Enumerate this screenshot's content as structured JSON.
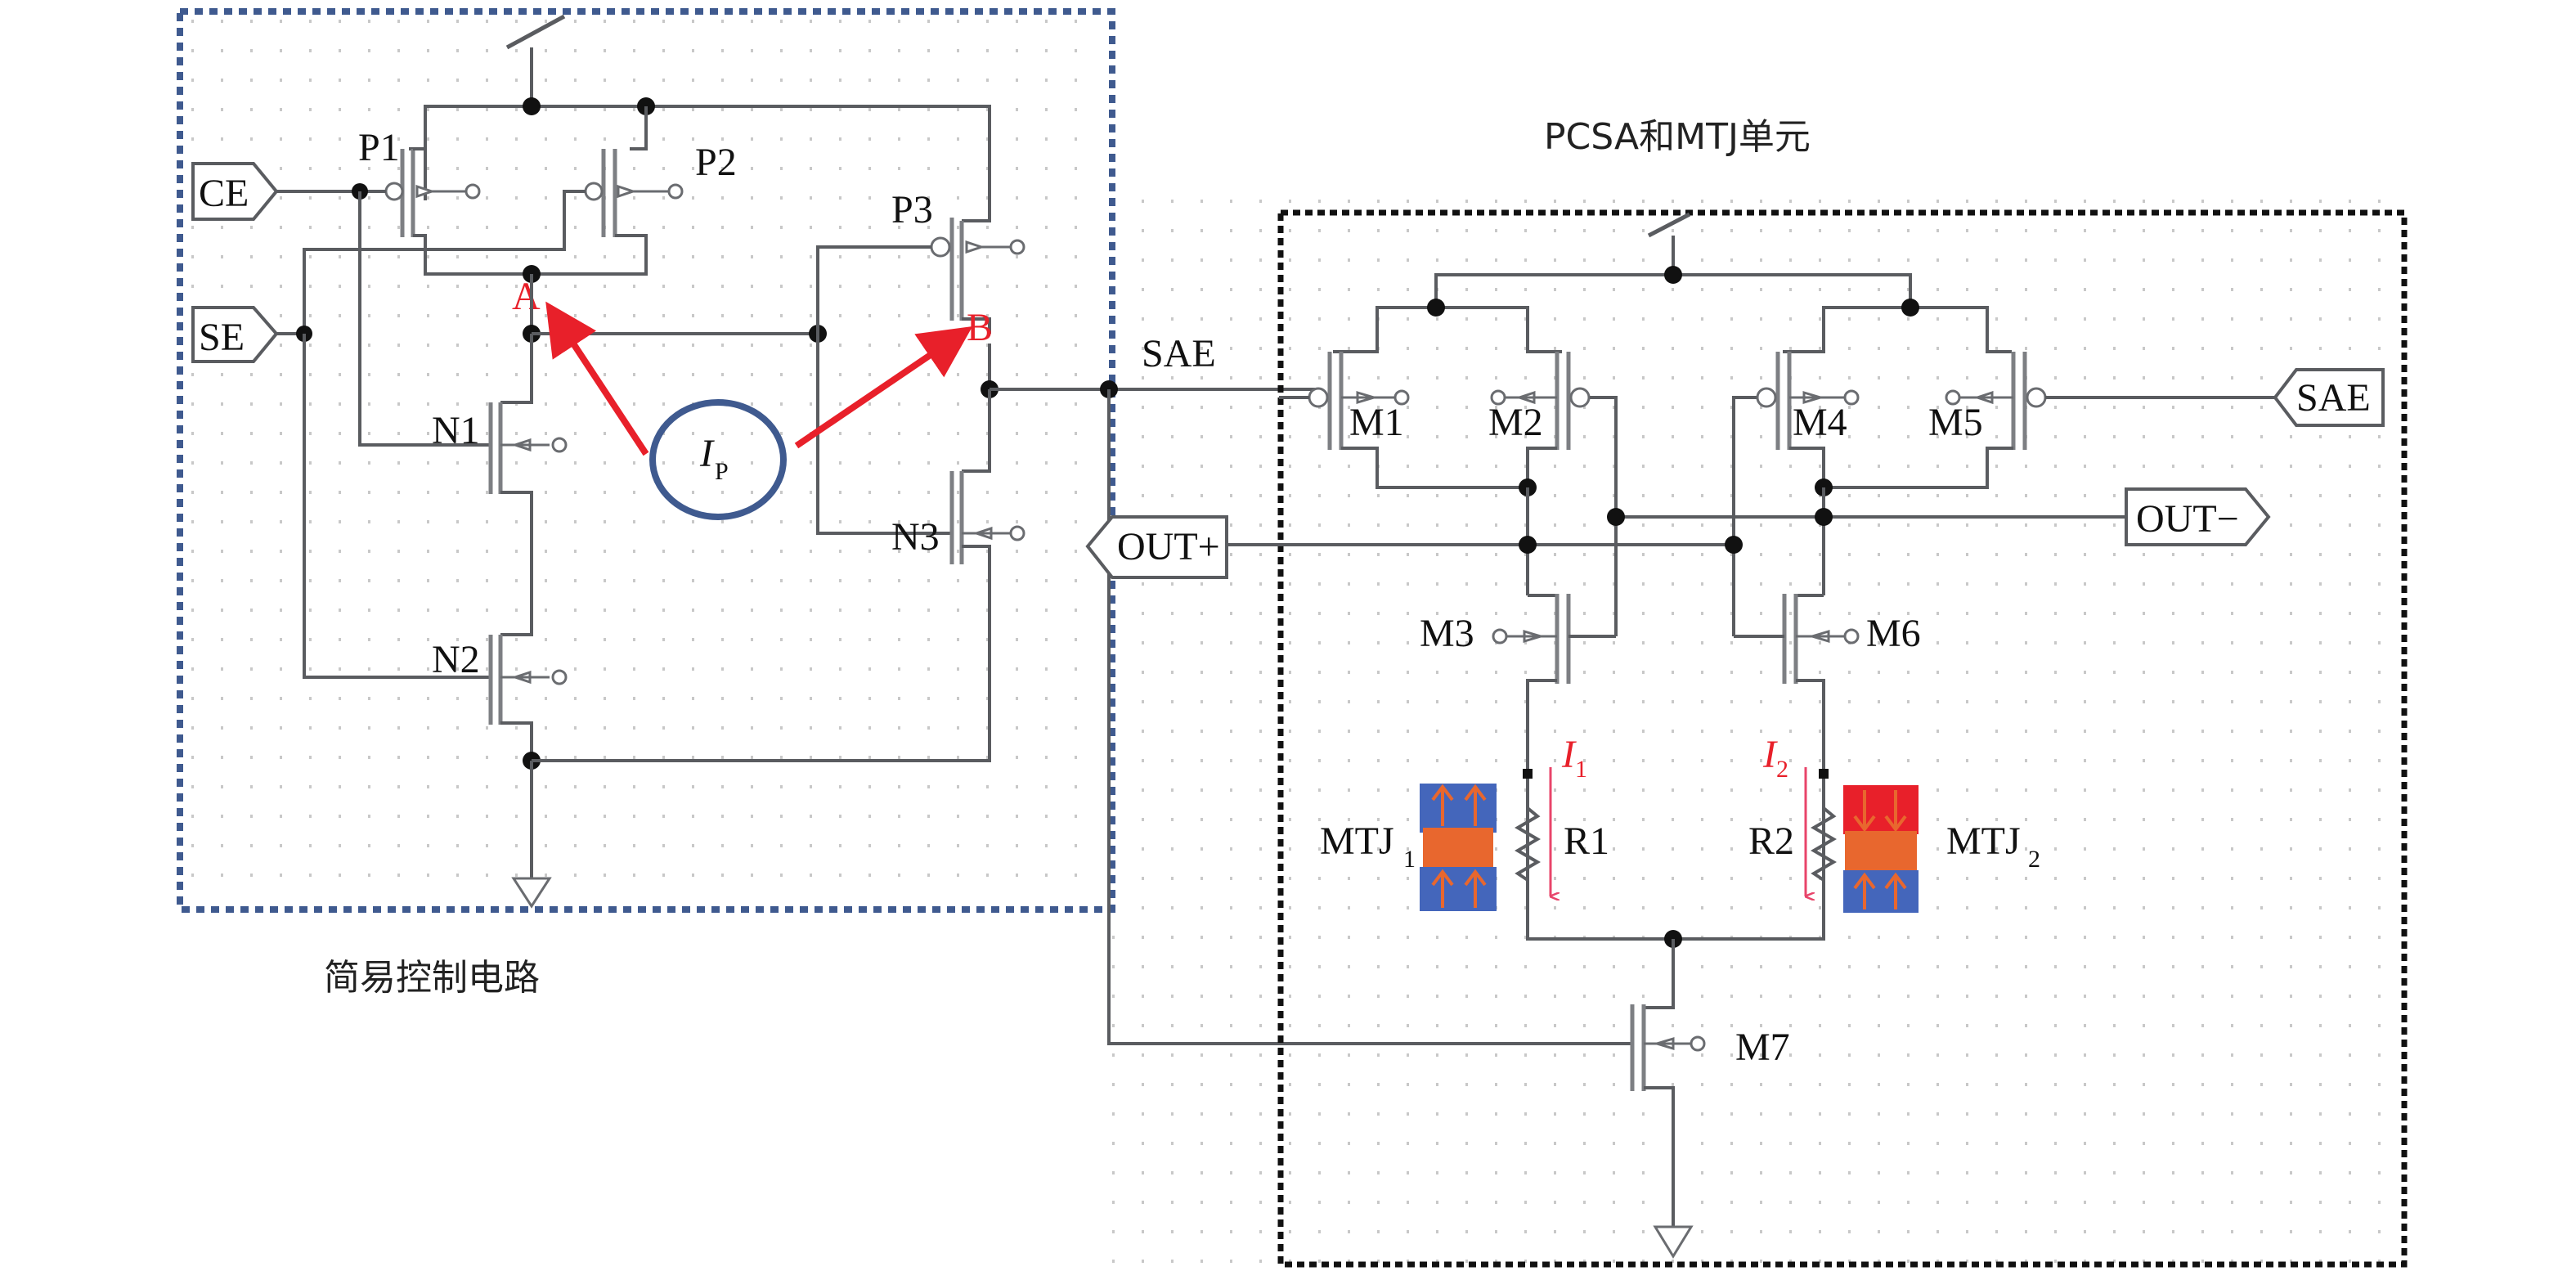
{
  "figure": {
    "left_block_label": "简易控制电路",
    "right_block_label": "PCSA和MTJ单元"
  },
  "colors": {
    "left_box_border": "#3f5a8f",
    "right_box_border": "#111111",
    "annotation_red": "#e8202a",
    "current_source_circle": "#3f5a8f",
    "mtj_blue": "#4466bb",
    "mtj_red": "#e8202a",
    "mtj_orange": "#e8672e"
  },
  "ports": {
    "ce": "CE",
    "se": "SE",
    "sae_left": "SAE",
    "sae_right": "SAE",
    "out_plus": "OUT+",
    "out_minus": "OUT−"
  },
  "transistors": {
    "p1": "P1",
    "p2": "P2",
    "p3": "P3",
    "n1": "N1",
    "n2": "N2",
    "n3": "N3",
    "m1": "M1",
    "m2": "M2",
    "m3": "M3",
    "m4": "M4",
    "m5": "M5",
    "m6": "M6",
    "m7": "M7"
  },
  "nodes": {
    "a": "A",
    "b": "B"
  },
  "current_source": {
    "symbol": "I",
    "subscript": "P"
  },
  "currents": {
    "i1_symbol": "I",
    "i1_sub": "1",
    "i2_symbol": "I",
    "i2_sub": "2"
  },
  "resistors": {
    "r1": "R1",
    "r2": "R2"
  },
  "mtj": {
    "mtj1_label": "MTJ",
    "mtj1_sub": "1",
    "mtj1_state": "parallel",
    "mtj2_label": "MTJ",
    "mtj2_sub": "2",
    "mtj2_state": "antiparallel"
  }
}
